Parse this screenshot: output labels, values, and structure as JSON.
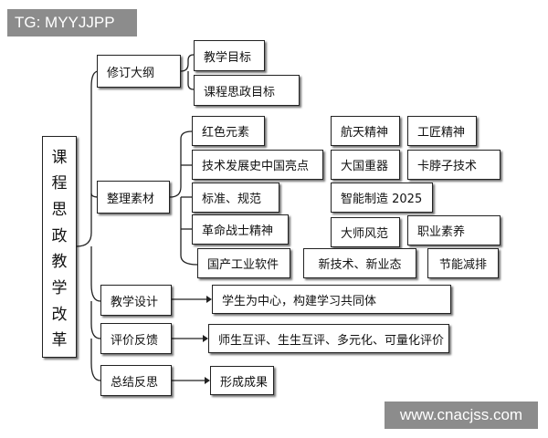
{
  "watermark_top": "TG: MYYJJPP",
  "watermark_bottom": "www.cnacjss.com",
  "root": {
    "chars": [
      "课",
      "程",
      "思",
      "政",
      "教",
      "学",
      "改",
      "革"
    ]
  },
  "branches": {
    "b1": {
      "label": "修订大纲",
      "items": [
        "教学目标",
        "课程思政目标"
      ]
    },
    "b2": {
      "label": "整理素材",
      "items": [
        "红色元素",
        "航天精神",
        "工匠精神",
        "技术发展史中国亮点",
        "大国重器",
        "卡脖子技术",
        "标准、规范",
        "智能制造 2025",
        "革命战士精神",
        "大师风范",
        "职业素养",
        "国产工业软件",
        "新技术、新业态",
        "节能减排"
      ]
    },
    "b3": {
      "label": "教学设计",
      "items": [
        "学生为中心，构建学习共同体"
      ]
    },
    "b4": {
      "label": "评价反馈",
      "items": [
        "师生互评、生生互评、多元化、可量化评价"
      ]
    },
    "b5": {
      "label": "总结反思",
      "items": [
        "形成成果"
      ]
    }
  }
}
